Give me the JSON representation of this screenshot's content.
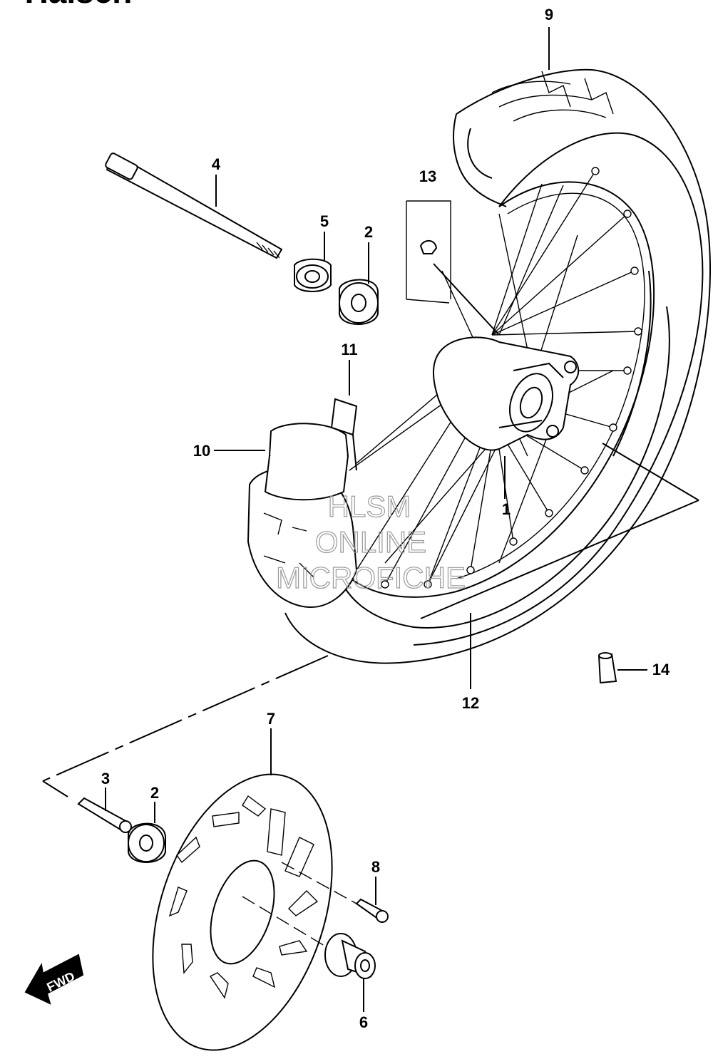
{
  "header": {
    "title_fragment": "Halsch"
  },
  "callouts": [
    {
      "id": "9",
      "text": "9"
    },
    {
      "id": "4",
      "text": "4"
    },
    {
      "id": "13",
      "text": "13"
    },
    {
      "id": "5",
      "text": "5"
    },
    {
      "id": "2a",
      "text": "2"
    },
    {
      "id": "11",
      "text": "11"
    },
    {
      "id": "10",
      "text": "10"
    },
    {
      "id": "1",
      "text": "1"
    },
    {
      "id": "14",
      "text": "14"
    },
    {
      "id": "12",
      "text": "12"
    },
    {
      "id": "7",
      "text": "7"
    },
    {
      "id": "3",
      "text": "3"
    },
    {
      "id": "2b",
      "text": "2"
    },
    {
      "id": "8",
      "text": "8"
    },
    {
      "id": "6",
      "text": "6"
    }
  ],
  "watermark": {
    "line1": "HLSM",
    "line2": "ONLINE",
    "line3": "MICROFICHE"
  },
  "direction_badge": {
    "text": "FWD",
    "icon": "fwd-arrow-icon"
  }
}
